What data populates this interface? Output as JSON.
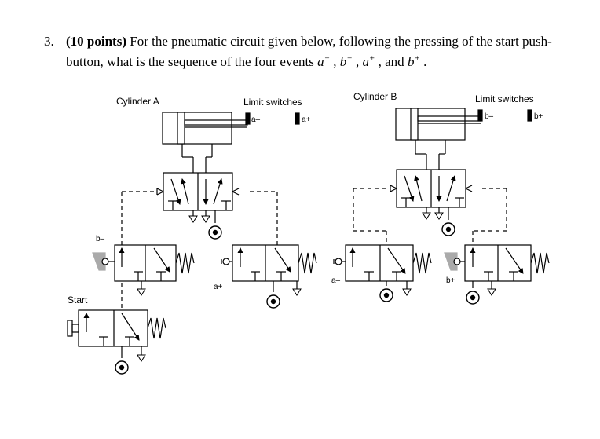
{
  "question": {
    "number": "3.",
    "points": "(10 points)",
    "text1": " For the pneumatic circuit given below, following the pressing of the start push-",
    "text2": "button, what is the sequence of the four events ",
    "ev1": "a",
    "ev1_sup": "−",
    "ev2": "b",
    "ev2_sup": "−",
    "ev3": "a",
    "ev3_sup": "+",
    "ev4": "b",
    "ev4_sup": "+",
    "sep1": " , ",
    "sep2": " , ",
    "sep3": " , and ",
    "end": " ."
  },
  "diagram": {
    "cylinder_a": "Cylinder A",
    "cylinder_b": "Cylinder B",
    "limit_switches_a": "Limit switches",
    "limit_switches_b": "Limit switches",
    "ls_a_minus": "a–",
    "ls_a_plus": "a+",
    "ls_b_minus": "b–",
    "ls_b_plus": "b+",
    "valve_b_minus": "b–",
    "valve_a_plus": "a+",
    "valve_a_minus": "a–",
    "valve_b_plus": "b+",
    "start": "Start"
  }
}
